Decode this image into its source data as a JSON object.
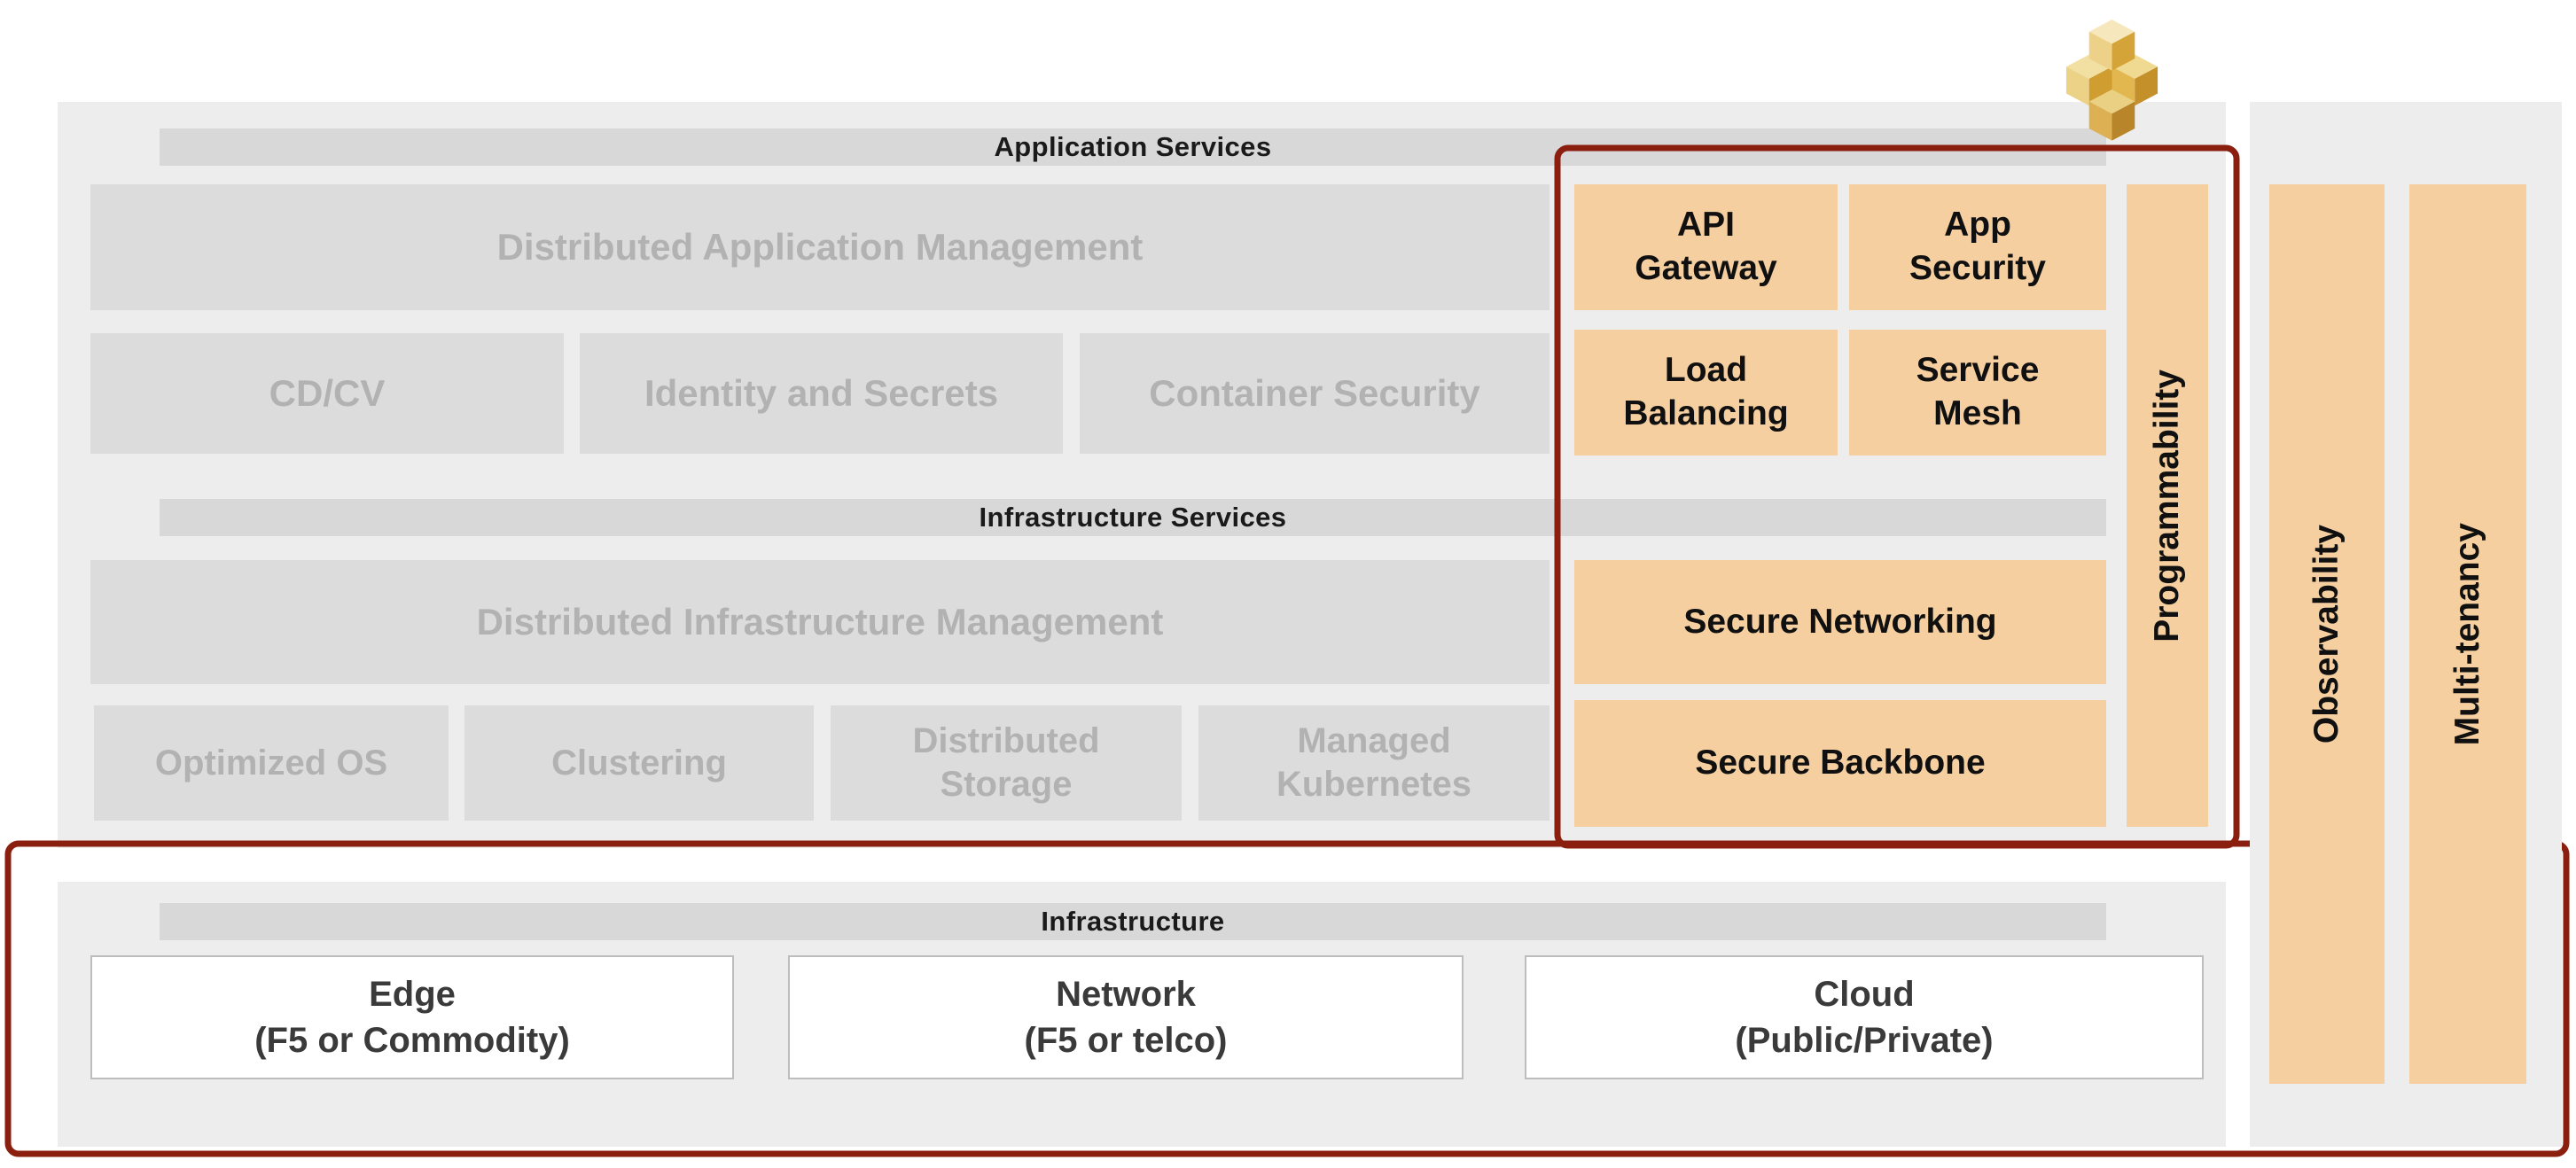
{
  "application_services": {
    "header": "Application Services",
    "management": "Distributed Application Management",
    "row": [
      {
        "label": "CD/CV"
      },
      {
        "label": "Identity and Secrets"
      },
      {
        "label": "Container Security"
      }
    ]
  },
  "infrastructure_services": {
    "header": "Infrastructure Services",
    "management": "Distributed Infrastructure Management",
    "row": [
      {
        "lines": [
          "Optimized OS"
        ]
      },
      {
        "lines": [
          "Clustering"
        ]
      },
      {
        "lines": [
          "Distributed",
          "Storage"
        ]
      },
      {
        "lines": [
          "Managed",
          "Kubernetes"
        ]
      }
    ]
  },
  "highlighted_services": {
    "grid": [
      {
        "lines": [
          "API",
          "Gateway"
        ]
      },
      {
        "lines": [
          "App",
          "Security"
        ]
      },
      {
        "lines": [
          "Load",
          "Balancing"
        ]
      },
      {
        "lines": [
          "Service",
          "Mesh"
        ]
      }
    ],
    "secure_networking": "Secure Networking",
    "secure_backbone": "Secure Backbone",
    "programmability": "Programmability"
  },
  "infrastructure": {
    "header": "Infrastructure",
    "boxes": [
      {
        "lines": [
          "Edge",
          "(F5 or Commodity)"
        ]
      },
      {
        "lines": [
          "Network",
          "(F5 or telco)"
        ]
      },
      {
        "lines": [
          "Cloud",
          "(Public/Private)"
        ]
      }
    ]
  },
  "side_capabilities": [
    {
      "label": "Observability"
    },
    {
      "label": "Multi-tenancy"
    }
  ],
  "colors": {
    "highlight_fill": "#f5cf9f",
    "highlight_outline": "#8a1e0f",
    "panel_gray": "#ededed",
    "box_gray": "#dcdcdc",
    "band_gray": "#d8d8d8",
    "logo_gold": "#e7c05e"
  },
  "icons": {
    "logo": "isometric-cubes-logo"
  }
}
